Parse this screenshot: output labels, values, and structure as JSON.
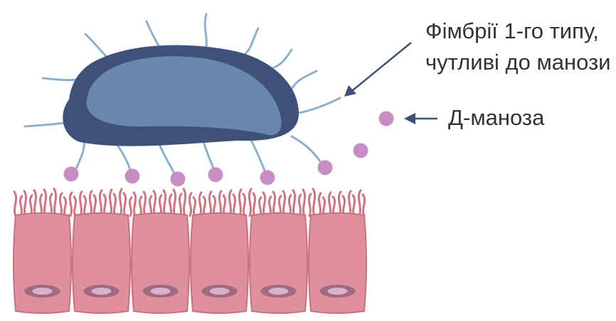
{
  "labels": {
    "fimbriae_line1": "Фімбрії 1-го типу,",
    "fimbriae_line2": "чутливі до манози",
    "mannose": "Д-маноза"
  },
  "colors": {
    "bacterium_outer": "#3f5178",
    "bacterium_inner": "#6a88ae",
    "fimbria": "#8eb0cf",
    "mannose": "#c78ec4",
    "cell_fill": "#e0909c",
    "cell_stroke": "#c8707e",
    "microvilli": "#d8707e",
    "nucleus_outer": "#a06a80",
    "nucleus_inner": "#d8b2cc",
    "arrow": "#3f5178",
    "text": "#333333"
  },
  "counts": {
    "epithelial_cells": 6,
    "mannose_molecules": 8
  },
  "icons": [
    "arrow-to-fimbriae",
    "arrow-to-mannose"
  ]
}
